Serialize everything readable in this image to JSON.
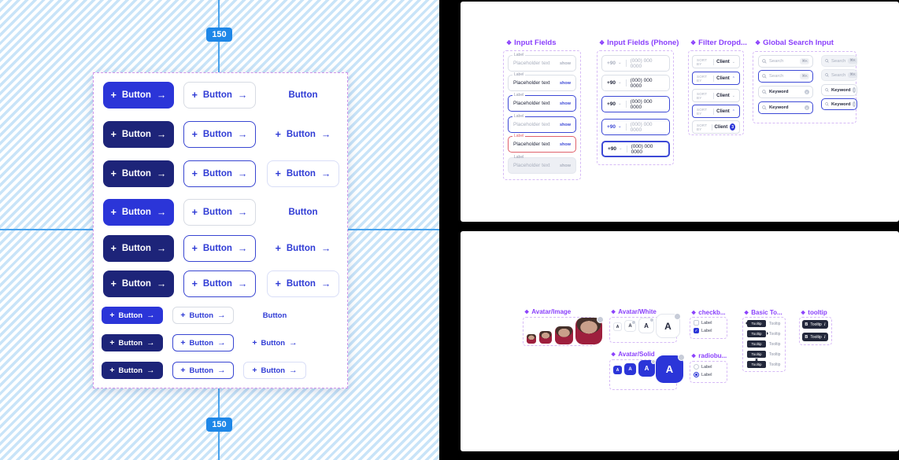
{
  "canvas": {
    "measure_top": "150",
    "measure_bottom": "150"
  },
  "icons": {
    "plus": "+",
    "arrow": "→",
    "chevron_down": "⌄",
    "chevron_up": "⌃",
    "component": "❖",
    "check": "✓",
    "clear": "✕"
  },
  "buttons": {
    "label": "Button"
  },
  "input_fields": {
    "title": "Input Fields",
    "items": [
      {
        "label": "Label",
        "placeholder": "Placeholder text",
        "action": "show"
      },
      {
        "label": "Label",
        "placeholder": "Placeholder text",
        "action": "show"
      },
      {
        "label": "Label",
        "placeholder": "Placeholder text",
        "action": "show"
      },
      {
        "label": "Label",
        "placeholder": "Placeholder text",
        "action": "show"
      },
      {
        "label": "Label",
        "placeholder": "Placeholder text",
        "action": "show"
      },
      {
        "label": "Label",
        "placeholder": "Placeholder text",
        "action": "show"
      }
    ]
  },
  "phone": {
    "title": "Input Fields (Phone)",
    "items": [
      {
        "code": "+90",
        "number": "(000) 000 0000"
      },
      {
        "code": "+90",
        "number": "(000) 000 0000"
      },
      {
        "code": "+90",
        "number": "(000) 000 0000"
      },
      {
        "code": "+90",
        "number": "(000) 000 0000"
      },
      {
        "code": "+90",
        "number": "(000) 000 0000"
      }
    ]
  },
  "filter": {
    "title": "Filter Dropd...",
    "items": [
      {
        "prefix": "SORT BY",
        "value": "Client"
      },
      {
        "prefix": "SORT BY",
        "value": "Client"
      },
      {
        "prefix": "SORT BY",
        "value": "Client"
      },
      {
        "prefix": "SORT BY",
        "value": "Client"
      },
      {
        "prefix": "SORT BY",
        "value": "Client",
        "badge": "3"
      }
    ]
  },
  "search": {
    "title": "Global Search Input",
    "left": [
      {
        "label": "Search",
        "shortcut": "⌘K"
      },
      {
        "label": "Search",
        "shortcut": "⌘K"
      },
      {
        "label": "Keyword"
      },
      {
        "label": "Keyword"
      }
    ],
    "right": [
      {
        "label": "Search",
        "shortcut": "⌘K"
      },
      {
        "label": "Search",
        "shortcut": "⌘K"
      },
      {
        "label": "Keyword"
      },
      {
        "label": "Keyword"
      }
    ]
  },
  "avatar_image": {
    "title": "Avatar/Image"
  },
  "avatar_white": {
    "title": "Avatar/White",
    "letter": "A"
  },
  "avatar_solid": {
    "title": "Avatar/Solid",
    "letter": "A"
  },
  "checkbox": {
    "title": "checkb...",
    "unchecked_label": "Label",
    "checked_label": "Label"
  },
  "radio": {
    "title": "radiobu...",
    "unchecked_label": "Label",
    "checked_label": "Label"
  },
  "basic_tooltip": {
    "title": "Basic To...",
    "items": [
      {
        "pill": "Tooltip",
        "caption": "Tooltip"
      },
      {
        "pill": "Tooltip",
        "caption": "Tooltip"
      },
      {
        "pill": "Tooltip",
        "caption": "Tooltip"
      },
      {
        "pill": "Tooltip",
        "caption": "Tooltip"
      },
      {
        "pill": "Tooltip",
        "caption": "Tooltip"
      }
    ]
  },
  "tooltip": {
    "title": "tooltip",
    "items": [
      {
        "bold": "B",
        "label": "Tooltip",
        "italic": "I"
      },
      {
        "bold": "B",
        "label": "Tooltip",
        "italic": "I"
      }
    ]
  },
  "colors": {
    "accent_blue": "#2b35d8",
    "navy": "#1d2479",
    "link_blue": "#2f3bd5",
    "purple": "#8a3ffc",
    "guide_blue": "#48a3ee",
    "measure_badge": "#1e87e8",
    "error_red": "#e0616b"
  }
}
